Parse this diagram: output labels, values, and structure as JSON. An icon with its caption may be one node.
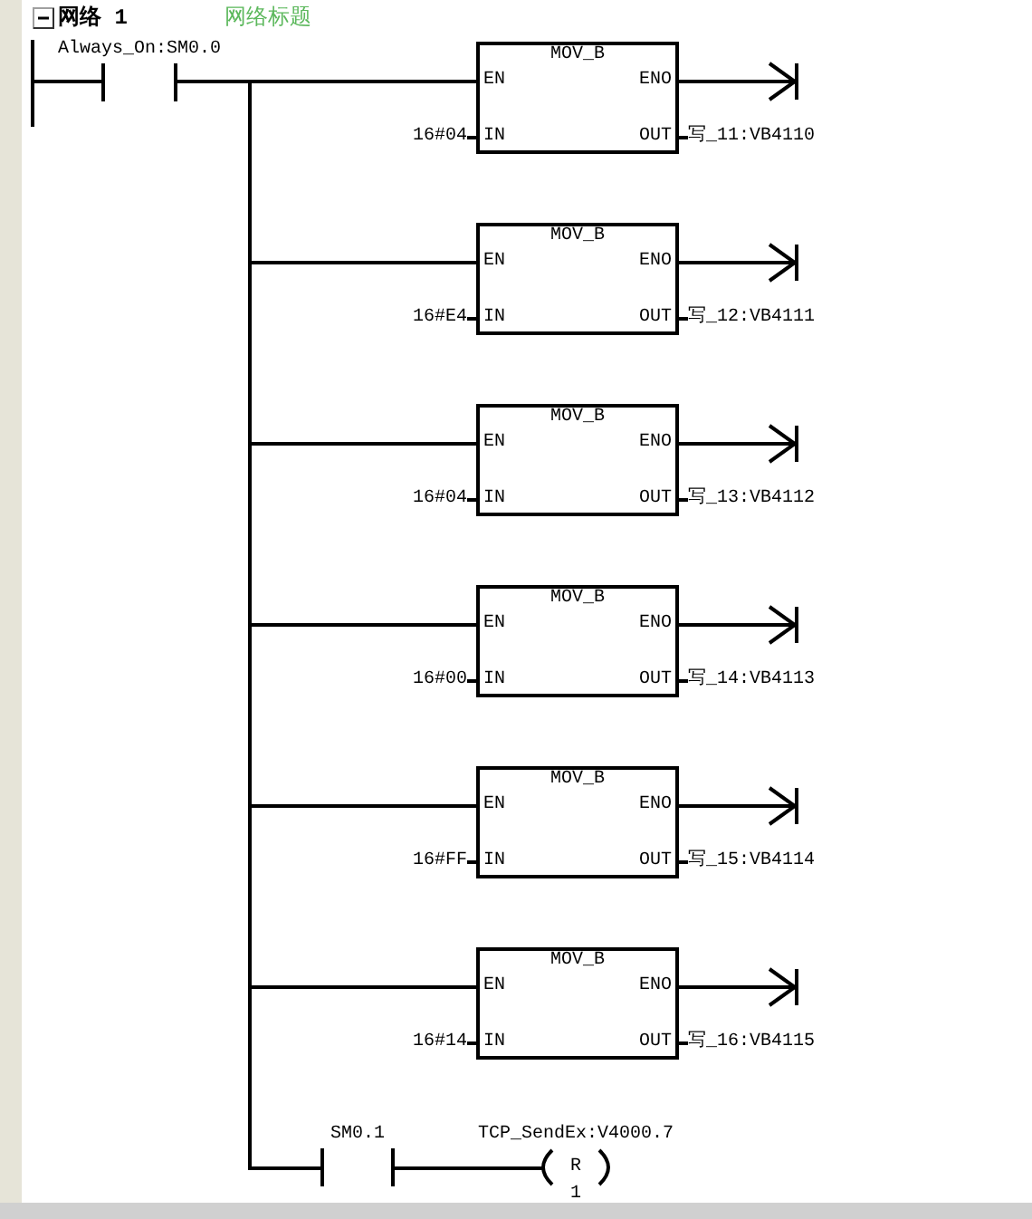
{
  "diagram": {
    "title": "网络 1",
    "nodes": [
      {
        "text": [],
        "shape": "bar"
      },
      {
        "text": [
          "Always_On:SM0.0"
        ]
      },
      {
        "text": [
          "MOV_B",
          "EN",
          "ENO",
          "IN",
          "OUT"
        ]
      },
      {
        "text": [
          "16#04"
        ]
      },
      {
        "text": [
          "写_11:VB4110"
        ]
      },
      {
        "text": [],
        "shape": "bar"
      },
      {
        "text": [
          "MOV_B",
          "EN",
          "ENO",
          "IN",
          "OUT"
        ]
      },
      {
        "text": [
          "16#E4"
        ]
      },
      {
        "text": [
          "写_12:VB4111"
        ]
      },
      {
        "text": [],
        "shape": "bar"
      },
      {
        "text": [
          "MOV_B",
          "EN",
          "ENO",
          "IN",
          "OUT"
        ]
      },
      {
        "text": [
          "16#04"
        ]
      },
      {
        "text": [
          "写_13:VB4112"
        ]
      },
      {
        "text": [],
        "shape": "bar"
      },
      {
        "text": [
          "MOV_B",
          "EN",
          "ENO",
          "IN",
          "OUT"
        ]
      },
      {
        "text": [
          "16#00"
        ]
      },
      {
        "text": [
          "写_14:VB4113"
        ]
      },
      {
        "text": [],
        "shape": "bar"
      },
      {
        "text": [
          "MOV_B",
          "EN",
          "ENO",
          "IN",
          "OUT"
        ]
      },
      {
        "text": [
          "16#FF"
        ]
      },
      {
        "text": [
          "写_15:VB4114"
        ]
      },
      {
        "text": [],
        "shape": "bar"
      },
      {
        "text": [
          "MOV_B",
          "EN",
          "ENO",
          "IN",
          "OUT"
        ]
      },
      {
        "text": [
          "16#14"
        ]
      },
      {
        "text": [
          "写_16:VB4115"
        ]
      },
      {
        "text": [],
        "shape": "bar"
      },
      {
        "text": [
          "SM0.1"
        ]
      },
      {
        "text": [
          "TCP_SendEx:V4000.7",
          "R"
        ],
        "beside": [
          "1"
        ]
      }
    ],
    "edges": [
      {
        "from": 0,
        "to": 1,
        "arrow": "none"
      },
      {
        "from": 1,
        "to": 2,
        "arrow": "none"
      },
      {
        "from": 1,
        "to": 6,
        "arrow": "none"
      },
      {
        "from": 1,
        "to": 10,
        "arrow": "none"
      },
      {
        "from": 1,
        "to": 14,
        "arrow": "none"
      },
      {
        "from": 1,
        "to": 18,
        "arrow": "none"
      },
      {
        "from": 1,
        "to": 22,
        "arrow": "none"
      },
      {
        "from": 1,
        "to": 26,
        "arrow": "none"
      },
      {
        "from": 3,
        "to": 2,
        "arrow": "none"
      },
      {
        "from": 2,
        "to": 4,
        "arrow": "none"
      },
      {
        "from": 2,
        "to": 5,
        "arrow": "to"
      },
      {
        "from": 7,
        "to": 6,
        "arrow": "none"
      },
      {
        "from": 6,
        "to": 8,
        "arrow": "none"
      },
      {
        "from": 6,
        "to": 9,
        "arrow": "to"
      },
      {
        "from": 11,
        "to": 10,
        "arrow": "none"
      },
      {
        "from": 10,
        "to": 12,
        "arrow": "none"
      },
      {
        "from": 10,
        "to": 13,
        "arrow": "to"
      },
      {
        "from": 15,
        "to": 14,
        "arrow": "none"
      },
      {
        "from": 14,
        "to": 16,
        "arrow": "none"
      },
      {
        "from": 14,
        "to": 17,
        "arrow": "to"
      },
      {
        "from": 19,
        "to": 18,
        "arrow": "none"
      },
      {
        "from": 18,
        "to": 20,
        "arrow": "none"
      },
      {
        "from": 18,
        "to": 21,
        "arrow": "to"
      },
      {
        "from": 23,
        "to": 22,
        "arrow": "none"
      },
      {
        "from": 22,
        "to": 24,
        "arrow": "none"
      },
      {
        "from": 22,
        "to": 25,
        "arrow": "to"
      },
      {
        "from": 26,
        "to": 27,
        "arrow": "none"
      }
    ],
    "labels": [
      "网络标题"
    ]
  }
}
